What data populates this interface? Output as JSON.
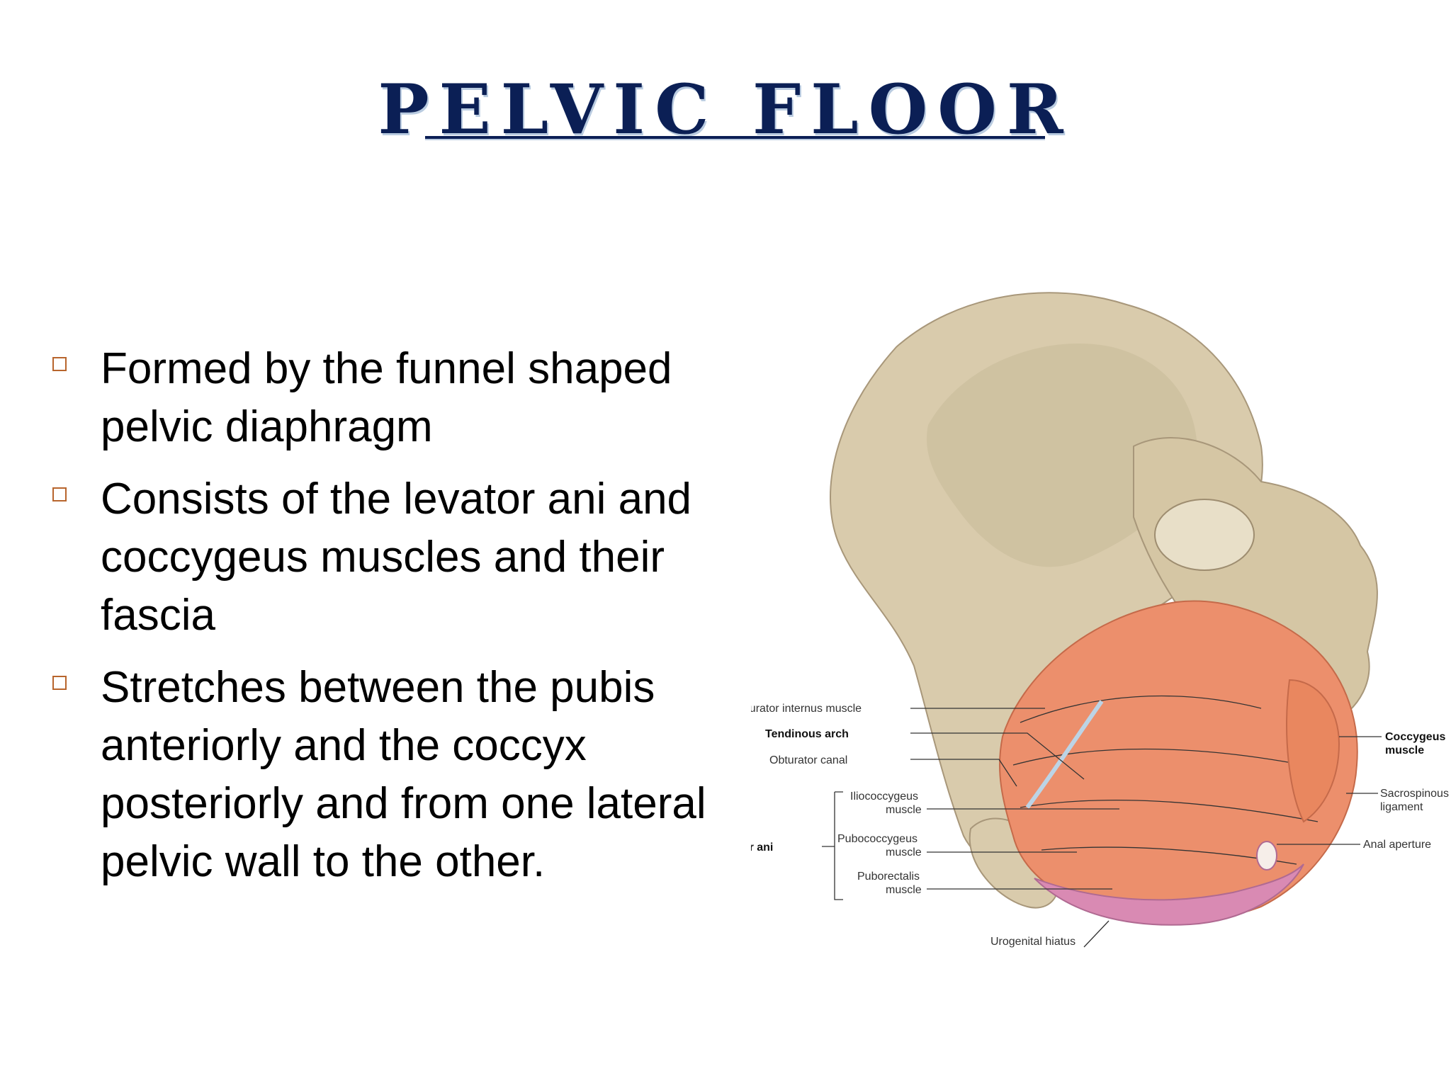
{
  "slide": {
    "title": "PELVIC FLOOR",
    "bullets": [
      {
        "text": "Formed by the funnel shaped pelvic diaphragm"
      },
      {
        "text": "Consists of the levator ani and coccygeus muscles and their fascia"
      },
      {
        "text": "Stretches between the pubis anteriorly and the coccyx posteriorly and from one lateral pelvic wall to the other."
      }
    ],
    "bullet_icon": "hollow-square-icon",
    "colors": {
      "title": "#0b1f55",
      "bullet_box": "#b8652d",
      "bone": "#d9cbac",
      "muscle": "#ec8f6c"
    }
  },
  "figure": {
    "labels": {
      "obturator_internus": "Obturator internus muscle",
      "tendinous_arch": "Tendinous arch",
      "obturator_canal": "Obturator canal",
      "iliococcygeus_l1": "Iliococcygeus",
      "iliococcygeus_l2": "muscle",
      "levator_ani": "Levator ani",
      "pubococcygeus_l1": "Pubococcygeus",
      "pubococcygeus_l2": "muscle",
      "puborectalis_l1": "Puborectalis",
      "puborectalis_l2": "muscle",
      "urogenital_hiatus": "Urogenital hiatus",
      "coccygeus_l1": "Coccygeus",
      "coccygeus_l2": "muscle",
      "sacrospinous_l1": "Sacrospinous",
      "sacrospinous_l2": "ligament",
      "anal_aperture": "Anal aperture"
    }
  }
}
